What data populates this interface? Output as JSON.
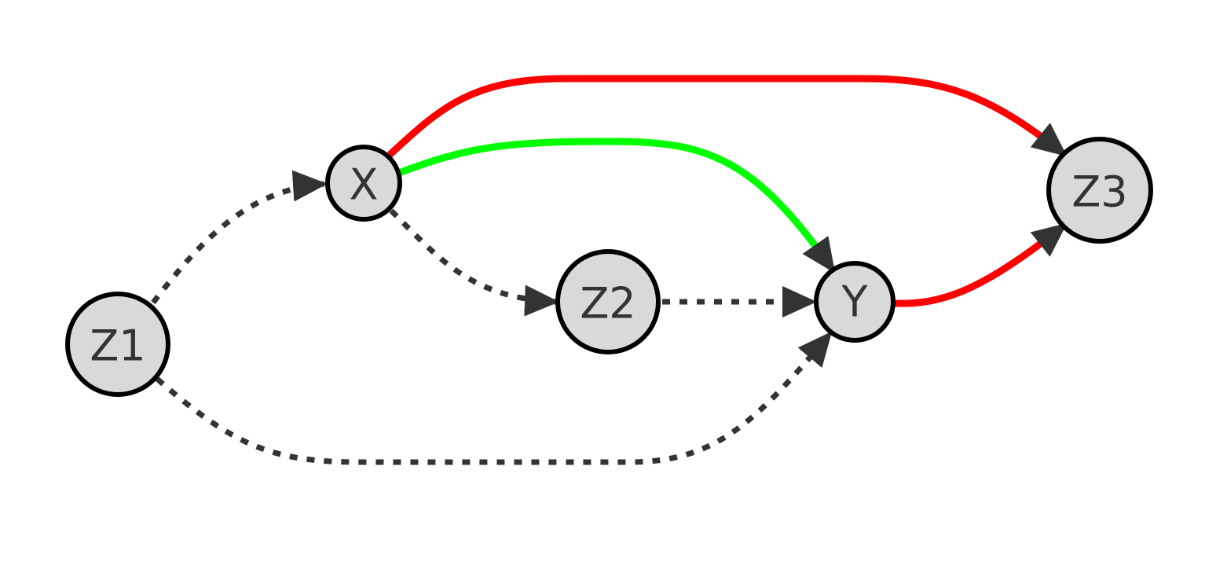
{
  "diagram": {
    "type": "directed-graph",
    "nodes": [
      {
        "id": "Z1",
        "label": "Z1"
      },
      {
        "id": "X",
        "label": "X"
      },
      {
        "id": "Z2",
        "label": "Z2"
      },
      {
        "id": "Y",
        "label": "Y"
      },
      {
        "id": "Z3",
        "label": "Z3"
      }
    ],
    "edges": [
      {
        "from": "Z1",
        "to": "X",
        "style": "dotted",
        "color": "#333333"
      },
      {
        "from": "X",
        "to": "Z2",
        "style": "dotted",
        "color": "#333333"
      },
      {
        "from": "Z2",
        "to": "Y",
        "style": "dotted",
        "color": "#333333"
      },
      {
        "from": "Z1",
        "to": "Y",
        "style": "dotted",
        "color": "#333333"
      },
      {
        "from": "X",
        "to": "Y",
        "style": "solid",
        "color": "#00ff00"
      },
      {
        "from": "X",
        "to": "Z3",
        "style": "solid",
        "color": "#ff0000"
      },
      {
        "from": "Y",
        "to": "Z3",
        "style": "solid",
        "color": "#ff0000"
      }
    ],
    "node_fill": "#d9d9d9",
    "arrow_color": "#333333"
  }
}
